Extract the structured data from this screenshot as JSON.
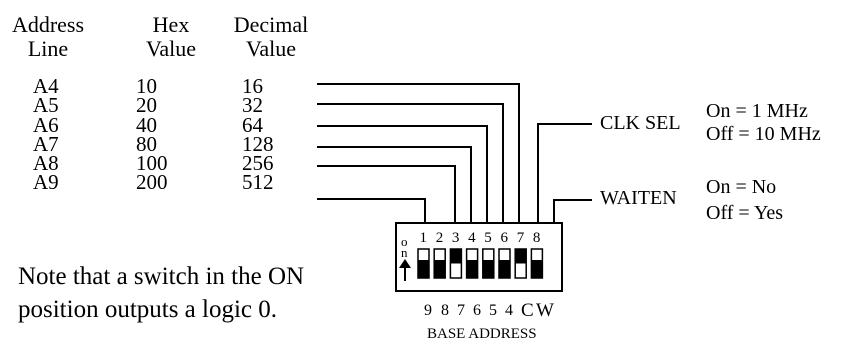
{
  "columns": {
    "address": [
      "Address",
      "Line"
    ],
    "hex": [
      "Hex",
      "Value"
    ],
    "decimal": [
      "Decimal",
      "Value"
    ]
  },
  "rows": [
    {
      "line": "A4",
      "hex": "10",
      "dec": "16"
    },
    {
      "line": "A5",
      "hex": "20",
      "dec": "32"
    },
    {
      "line": "A6",
      "hex": "40",
      "dec": "64"
    },
    {
      "line": "A7",
      "hex": "80",
      "dec": "128"
    },
    {
      "line": "A8",
      "hex": "100",
      "dec": "256"
    },
    {
      "line": "A9",
      "hex": "200",
      "dec": "512"
    }
  ],
  "clk_sel": {
    "label": "CLK SEL",
    "on": "On = 1 MHz",
    "off": "Off = 10 MHz"
  },
  "waiten": {
    "label": "WAITEN",
    "on": "On = No",
    "off": "Off = Yes"
  },
  "switch": {
    "on_marker": [
      "o",
      "n"
    ],
    "top_numbers": [
      "1",
      "2",
      "3",
      "4",
      "5",
      "6",
      "7",
      "8"
    ],
    "bottom_labels": [
      "9",
      "8",
      "7",
      "6",
      "5",
      "4",
      "C",
      "W"
    ],
    "caption": "BASE ADDRESS",
    "positions_on": [
      false,
      false,
      true,
      false,
      false,
      false,
      true,
      false
    ]
  },
  "note": [
    "Note that a switch in the ON",
    "position outputs a logic 0."
  ]
}
